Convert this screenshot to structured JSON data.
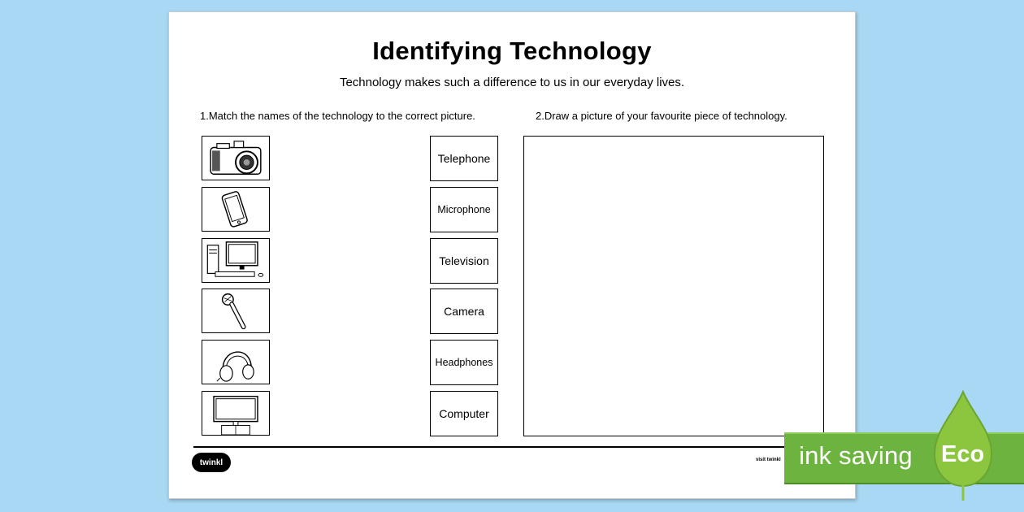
{
  "worksheet": {
    "title": "Identifying Technology",
    "subtitle": "Technology makes such a difference to us in our everyday lives.",
    "instruction_1": "1.Match the names of the technology to the correct picture.",
    "instruction_2": "2.Draw a picture of your favourite piece of technology.",
    "pictures": [
      "camera-icon",
      "mobile-phone-icon",
      "desktop-computer-icon",
      "microphone-icon",
      "headphones-icon",
      "television-icon"
    ],
    "words": [
      "Telephone",
      "Microphone",
      "Television",
      "Camera",
      "Headphones",
      "Computer"
    ]
  },
  "footer": {
    "logo": "twinkl",
    "visit_text": "visit twinkl"
  },
  "badge": {
    "text": "ink saving",
    "eco": "Eco",
    "color": "#6db33f"
  }
}
